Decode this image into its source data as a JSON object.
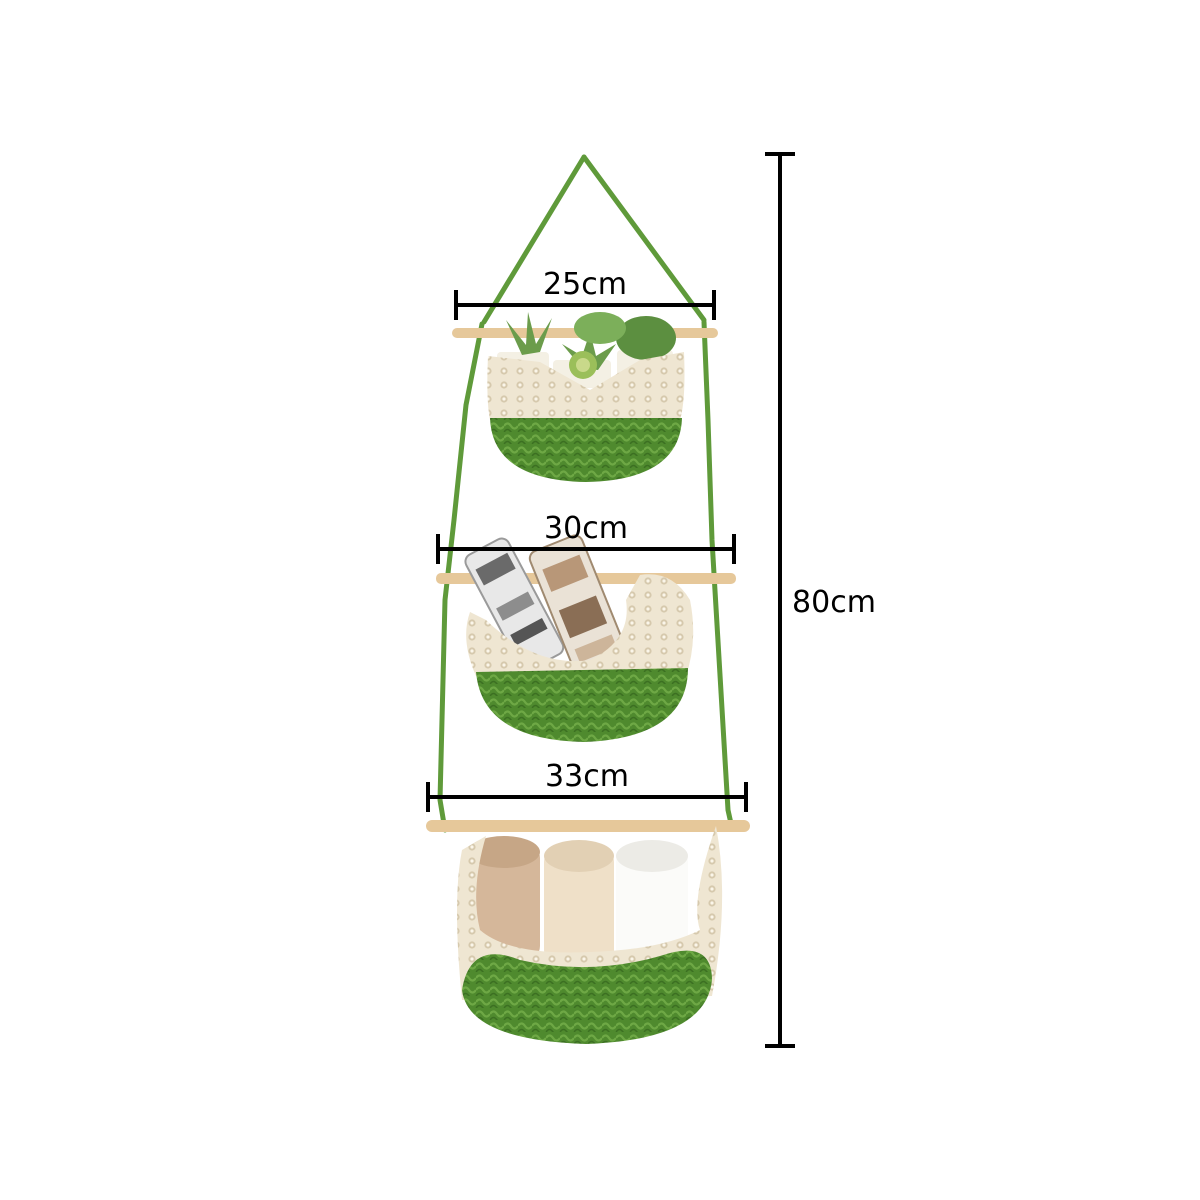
{
  "dimensions": {
    "top_width": "25cm",
    "middle_width": "30cm",
    "bottom_width": "33cm",
    "total_height": "80cm"
  },
  "colors": {
    "rope": "#5f9a3a",
    "crochet_green": "#4f8a2e",
    "crochet_cream": "#efe6d2",
    "dowel": "#e6c89a",
    "dimension_line": "#000000"
  },
  "items": {
    "top_basket": "succulents",
    "middle_basket": "magazines",
    "bottom_basket": "rolled-towels"
  }
}
